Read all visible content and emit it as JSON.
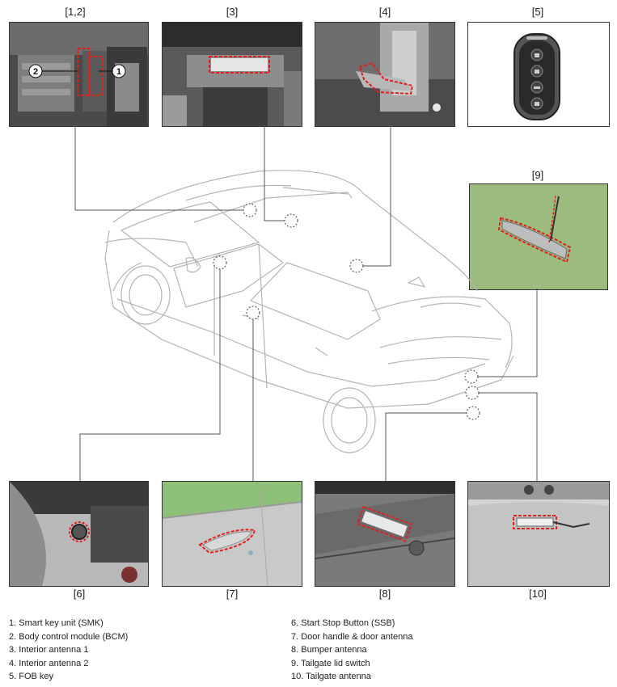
{
  "panels": [
    {
      "id": "p12",
      "label": "[1,2]"
    },
    {
      "id": "p3",
      "label": "[3]"
    },
    {
      "id": "p4",
      "label": "[4]"
    },
    {
      "id": "p5",
      "label": "[5]"
    },
    {
      "id": "p9",
      "label": "[9]"
    },
    {
      "id": "p6",
      "label": "[6]"
    },
    {
      "id": "p7",
      "label": "[7]"
    },
    {
      "id": "p8",
      "label": "[8]"
    },
    {
      "id": "p10",
      "label": "[10]"
    }
  ],
  "callouts": {
    "one": "1",
    "two": "2"
  },
  "legend_left": [
    "1. Smart key unit (SMK)",
    "2. Body control module (BCM)",
    "3. Interior antenna 1",
    "4. Interior antenna 2",
    "5. FOB key"
  ],
  "legend_right": [
    "6. Start Stop Button (SSB)",
    "7. Door handle & door antenna",
    "8. Bumper antenna",
    "9. Tailgate lid switch",
    "10. Tailgate antenna"
  ],
  "colors": {
    "highlight": "#e0211b",
    "line": "#555555",
    "car": "#b5b5b5",
    "green": "#9cbb7f"
  }
}
